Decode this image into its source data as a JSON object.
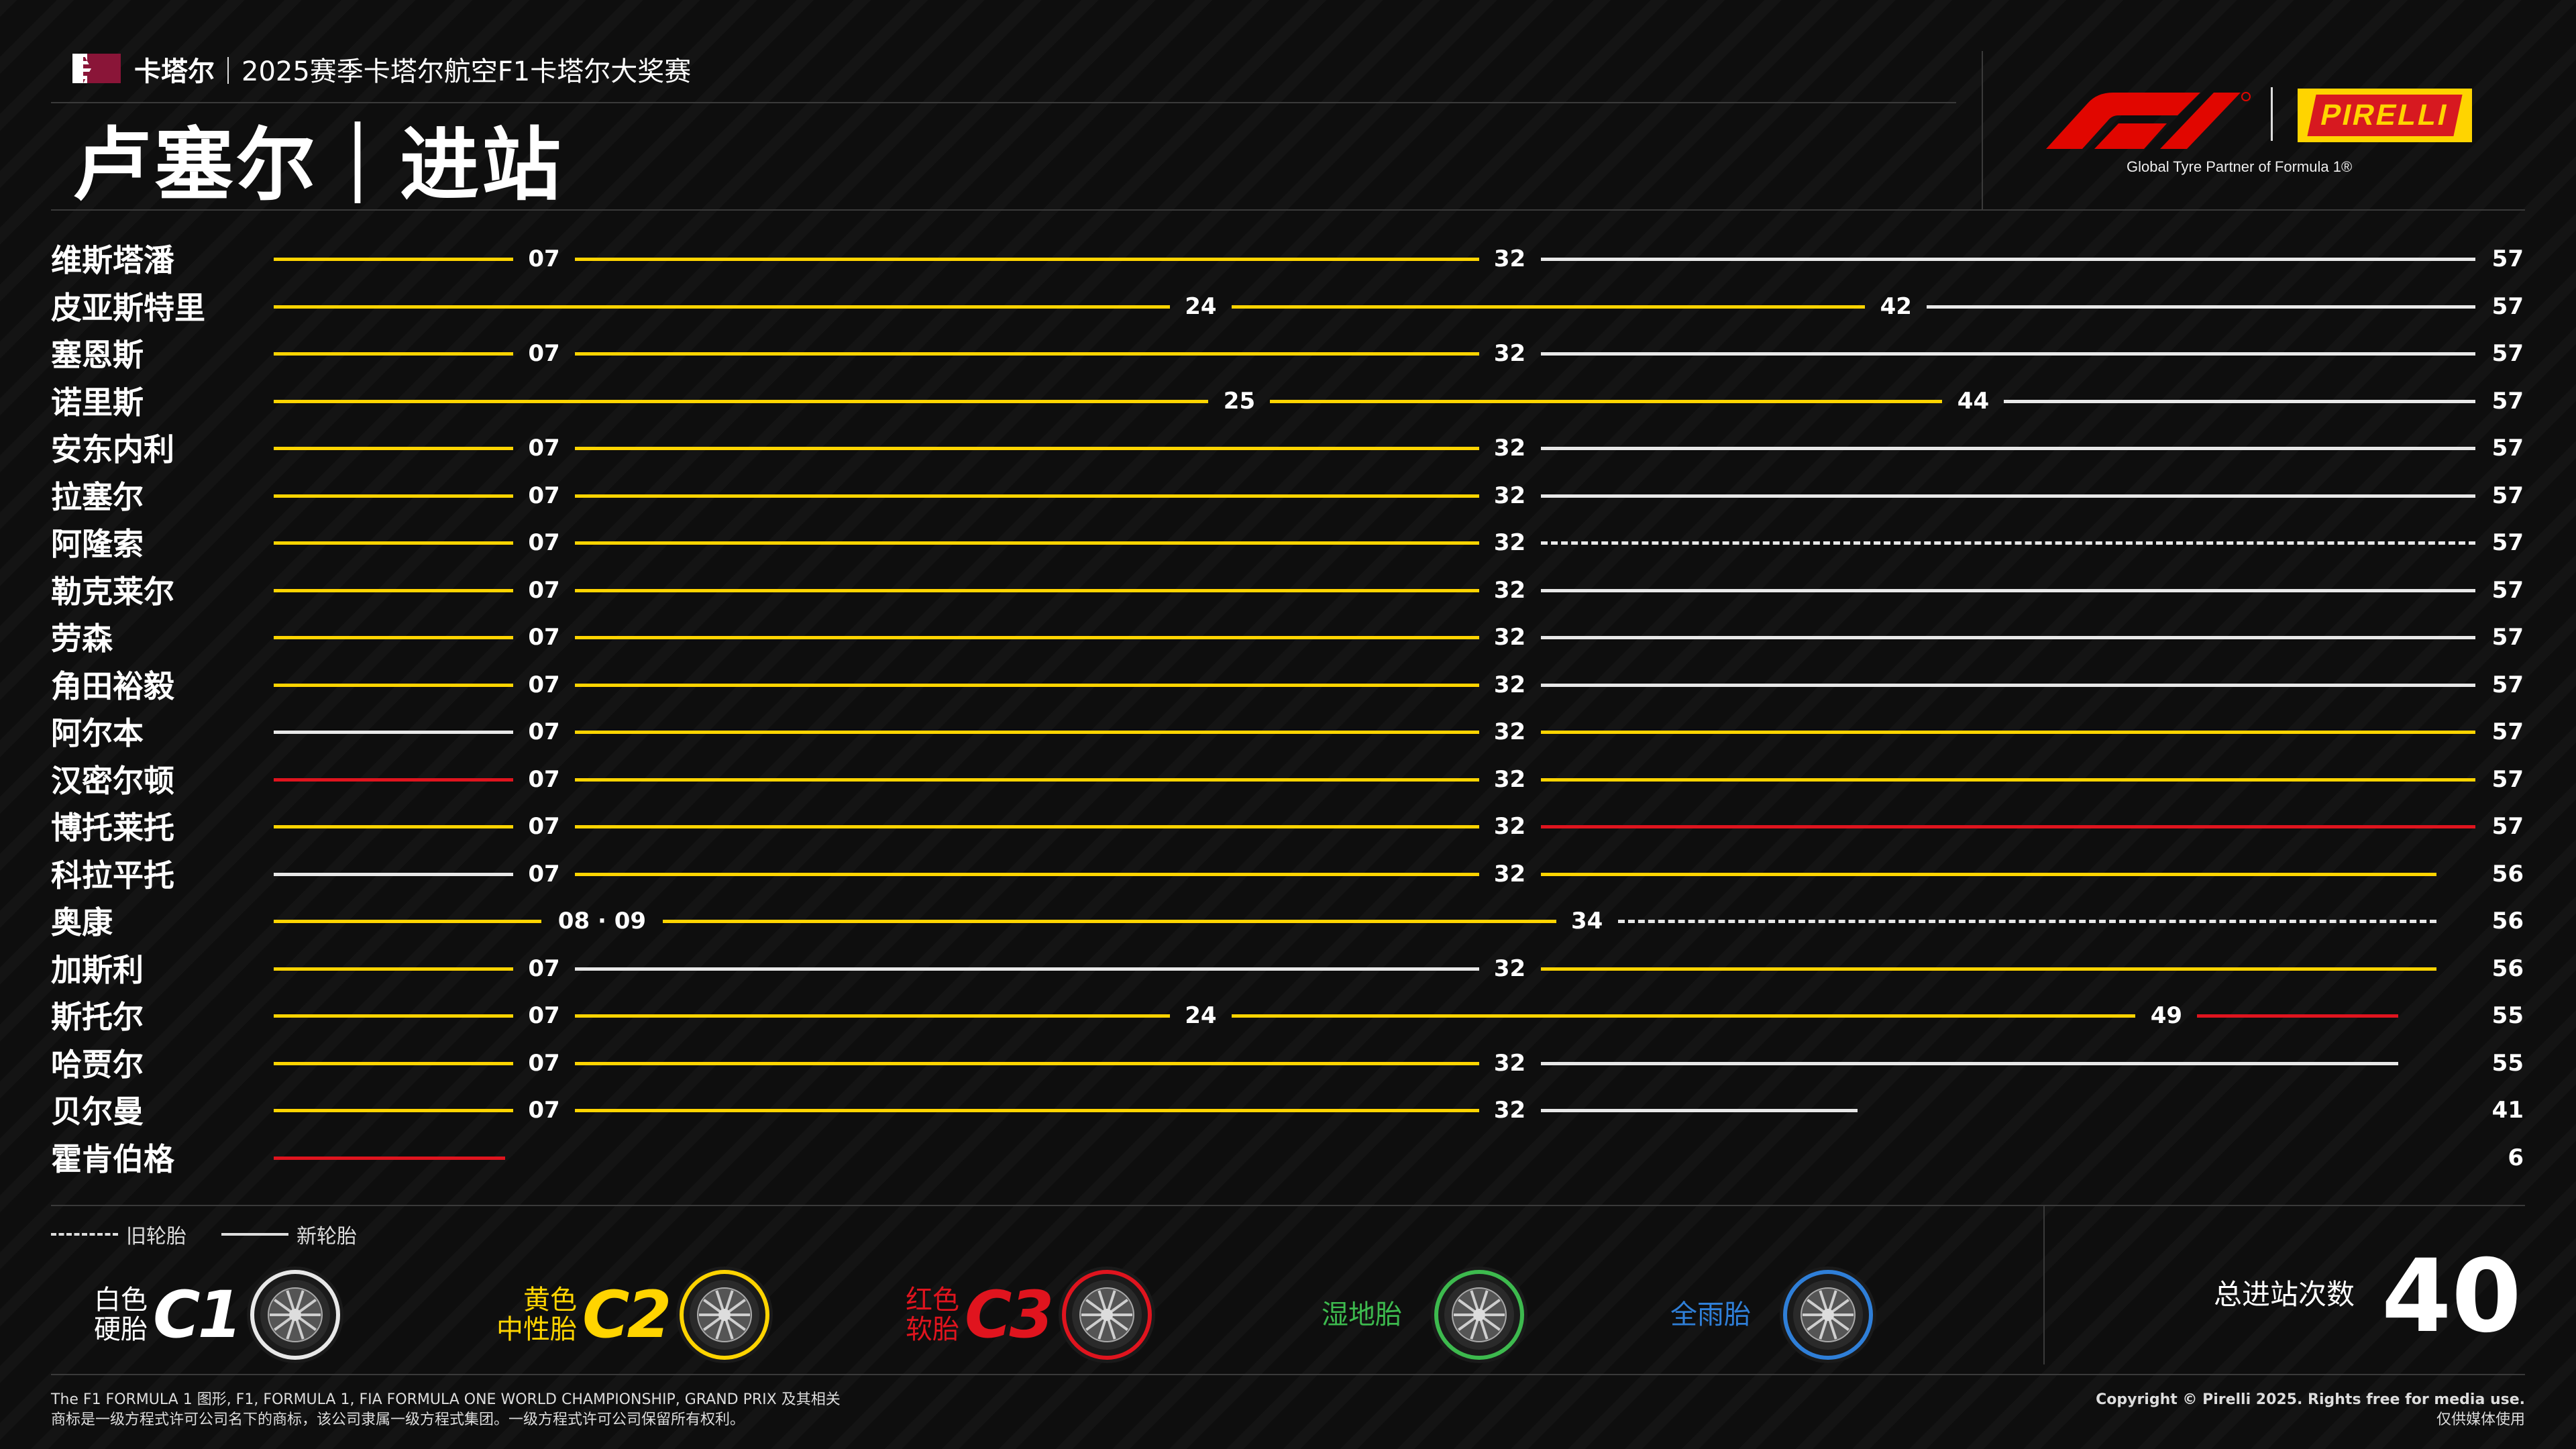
{
  "header": {
    "location": "卡塔尔",
    "subtitle": "2025赛季卡塔尔航空F1卡塔尔大奖赛",
    "title": "卢塞尔｜进站",
    "partner_line": "Global Tyre Partner of Formula 1®",
    "pirelli": "PIRELLI"
  },
  "colors": {
    "hard": "#e8e8e8",
    "medium": "#ffd400",
    "soft": "#e0141e",
    "intermediate": "#3dba4e",
    "wet": "#2f7fd8"
  },
  "chart_data": {
    "type": "tyre-strategy",
    "title": "卢塞尔｜进站",
    "total_laps_axis": 57,
    "drivers": [
      {
        "name": "维斯塔潘",
        "stints": [
          {
            "end": 7,
            "c": "medium"
          },
          {
            "end": 32,
            "c": "medium"
          },
          {
            "end": 57,
            "c": "hard"
          }
        ]
      },
      {
        "name": "皮亚斯特里",
        "stints": [
          {
            "end": 24,
            "c": "medium"
          },
          {
            "end": 42,
            "c": "medium"
          },
          {
            "end": 57,
            "c": "hard"
          }
        ]
      },
      {
        "name": "塞恩斯",
        "stints": [
          {
            "end": 7,
            "c": "medium"
          },
          {
            "end": 32,
            "c": "medium"
          },
          {
            "end": 57,
            "c": "hard"
          }
        ]
      },
      {
        "name": "诺里斯",
        "stints": [
          {
            "end": 25,
            "c": "medium"
          },
          {
            "end": 44,
            "c": "medium"
          },
          {
            "end": 57,
            "c": "hard"
          }
        ]
      },
      {
        "name": "安东内利",
        "stints": [
          {
            "end": 7,
            "c": "medium"
          },
          {
            "end": 32,
            "c": "medium"
          },
          {
            "end": 57,
            "c": "hard"
          }
        ]
      },
      {
        "name": "拉塞尔",
        "stints": [
          {
            "end": 7,
            "c": "medium"
          },
          {
            "end": 32,
            "c": "medium"
          },
          {
            "end": 57,
            "c": "hard"
          }
        ]
      },
      {
        "name": "阿隆索",
        "stints": [
          {
            "end": 7,
            "c": "medium"
          },
          {
            "end": 32,
            "c": "medium"
          },
          {
            "end": 57,
            "c": "hard",
            "used": true
          }
        ]
      },
      {
        "name": "勒克莱尔",
        "stints": [
          {
            "end": 7,
            "c": "medium"
          },
          {
            "end": 32,
            "c": "medium"
          },
          {
            "end": 57,
            "c": "hard"
          }
        ]
      },
      {
        "name": "劳森",
        "stints": [
          {
            "end": 7,
            "c": "medium"
          },
          {
            "end": 32,
            "c": "medium"
          },
          {
            "end": 57,
            "c": "hard"
          }
        ]
      },
      {
        "name": "角田裕毅",
        "stints": [
          {
            "end": 7,
            "c": "medium"
          },
          {
            "end": 32,
            "c": "medium"
          },
          {
            "end": 57,
            "c": "hard"
          }
        ]
      },
      {
        "name": "阿尔本",
        "stints": [
          {
            "end": 7,
            "c": "hard"
          },
          {
            "end": 32,
            "c": "medium"
          },
          {
            "end": 57,
            "c": "medium"
          }
        ]
      },
      {
        "name": "汉密尔顿",
        "stints": [
          {
            "end": 7,
            "c": "soft"
          },
          {
            "end": 32,
            "c": "medium"
          },
          {
            "end": 57,
            "c": "medium"
          }
        ]
      },
      {
        "name": "博托莱托",
        "stints": [
          {
            "end": 7,
            "c": "medium"
          },
          {
            "end": 32,
            "c": "medium"
          },
          {
            "end": 57,
            "c": "soft"
          }
        ]
      },
      {
        "name": "科拉平托",
        "stints": [
          {
            "end": 7,
            "c": "hard"
          },
          {
            "end": 32,
            "c": "medium"
          },
          {
            "end": 56,
            "c": "medium"
          }
        ]
      },
      {
        "name": "奥康",
        "pit_label": "08 · 09",
        "stints": [
          {
            "end": 8,
            "c": "medium"
          },
          {
            "end": 9,
            "c": "medium"
          },
          {
            "end": 34,
            "c": "medium"
          },
          {
            "end": 56,
            "c": "hard",
            "used": true
          }
        ]
      },
      {
        "name": "加斯利",
        "stints": [
          {
            "end": 7,
            "c": "medium"
          },
          {
            "end": 32,
            "c": "hard"
          },
          {
            "end": 56,
            "c": "medium"
          }
        ]
      },
      {
        "name": "斯托尔",
        "stints": [
          {
            "end": 7,
            "c": "medium"
          },
          {
            "end": 24,
            "c": "medium"
          },
          {
            "end": 49,
            "c": "medium"
          },
          {
            "end": 55,
            "c": "soft"
          }
        ]
      },
      {
        "name": "哈贾尔",
        "stints": [
          {
            "end": 7,
            "c": "medium"
          },
          {
            "end": 32,
            "c": "medium"
          },
          {
            "end": 55,
            "c": "hard"
          }
        ]
      },
      {
        "name": "贝尔曼",
        "stints": [
          {
            "end": 7,
            "c": "medium"
          },
          {
            "end": 32,
            "c": "medium"
          },
          {
            "end": 41,
            "c": "hard"
          }
        ]
      },
      {
        "name": "霍肯伯格",
        "stints": [
          {
            "end": 6,
            "c": "soft"
          }
        ]
      }
    ]
  },
  "legend": {
    "used": "旧轮胎",
    "new": "新轮胎"
  },
  "compounds": [
    {
      "label1": "白色",
      "label2": "硬胎",
      "code": "C1",
      "color": "#e8e8e8",
      "icon": "hard-tyre-icon"
    },
    {
      "label1": "黄色",
      "label2": "中性胎",
      "code": "C2",
      "color": "#ffd400",
      "icon": "medium-tyre-icon"
    },
    {
      "label1": "红色",
      "label2": "软胎",
      "code": "C3",
      "color": "#e0141e",
      "icon": "soft-tyre-icon"
    },
    {
      "label1": "湿地胎",
      "label2": "",
      "code": "",
      "color": "#3dba4e",
      "icon": "intermediate-tyre-icon"
    },
    {
      "label1": "全雨胎",
      "label2": "",
      "code": "",
      "color": "#2f7fd8",
      "icon": "wet-tyre-icon"
    }
  ],
  "total": {
    "label": "总进站次数",
    "value": "40"
  },
  "footer": {
    "left1": "The F1 FORMULA 1 图形, F1, FORMULA 1, FIA FORMULA ONE WORLD CHAMPIONSHIP, GRAND PRIX 及其相关",
    "left2": "商标是一级方程式许可公司名下的商标，该公司隶属一级方程式集团。一级方程式许可公司保留所有权利。",
    "right1": "Copyright © Pirelli 2025. Rights free for media use.",
    "right2": "仅供媒体使用"
  }
}
